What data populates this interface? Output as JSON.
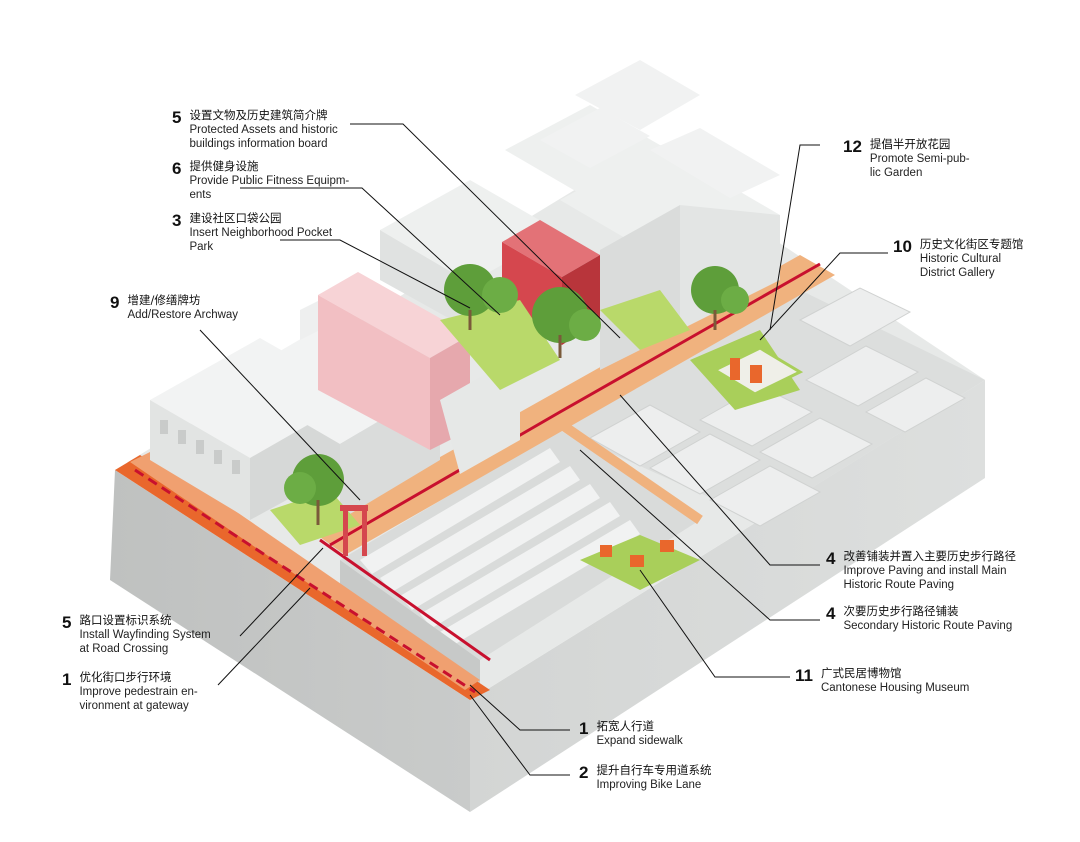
{
  "labels": [
    {
      "id": "l5a",
      "num": "5",
      "zh": "设置文物及历史建筑简介牌",
      "en": "Protected Assets and historic\nbuildings information board"
    },
    {
      "id": "l6",
      "num": "6",
      "zh": "提供健身设施",
      "en": "Provide Public Fitness Equipm-\nents"
    },
    {
      "id": "l3",
      "num": "3",
      "zh": "建设社区口袋公园",
      "en": "Insert Neighborhood Pocket\nPark"
    },
    {
      "id": "l9",
      "num": "9",
      "zh": "增建/修缮牌坊",
      "en": "Add/Restore Archway"
    },
    {
      "id": "l5b",
      "num": "5",
      "zh": "路口设置标识系统",
      "en": "Install Wayfinding System\nat Road Crossing"
    },
    {
      "id": "l1a",
      "num": "1",
      "zh": "优化街口步行环境",
      "en": "Improve pedestrain en-\nvironment at gateway"
    },
    {
      "id": "l12",
      "num": "12",
      "zh": "提倡半开放花园",
      "en": "Promote Semi-pub-\nlic Garden"
    },
    {
      "id": "l10",
      "num": "10",
      "zh": "历史文化街区专题馆",
      "en": "Historic Cultural\nDistrict Gallery"
    },
    {
      "id": "l4a",
      "num": "4",
      "zh": "改善铺装并置入主要历史步行路径",
      "en": "Improve Paving and install Main\nHistoric Route Paving"
    },
    {
      "id": "l4b",
      "num": "4",
      "zh": "次要历史步行路径铺装",
      "en": "Secondary Historic Route Paving"
    },
    {
      "id": "l11",
      "num": "11",
      "zh": "广式民居博物馆",
      "en": "Cantonese Housing Museum"
    },
    {
      "id": "l1b",
      "num": "1",
      "zh": "拓宽人行道",
      "en": "Expand sidewalk"
    },
    {
      "id": "l2",
      "num": "2",
      "zh": "提升自行车专用道系统",
      "en": "Improving Bike Lane"
    }
  ],
  "colors": {
    "paving": "#F0B27E",
    "bike_lane": "#C8102E",
    "sidewalk": "#E9672C",
    "grass": "#B9D96A",
    "tree": "#5E9E3A",
    "pink_building": "#F2BFC3",
    "red_building": "#D5474E",
    "building": "#E4E6E5",
    "base": "#CBCDCC"
  }
}
